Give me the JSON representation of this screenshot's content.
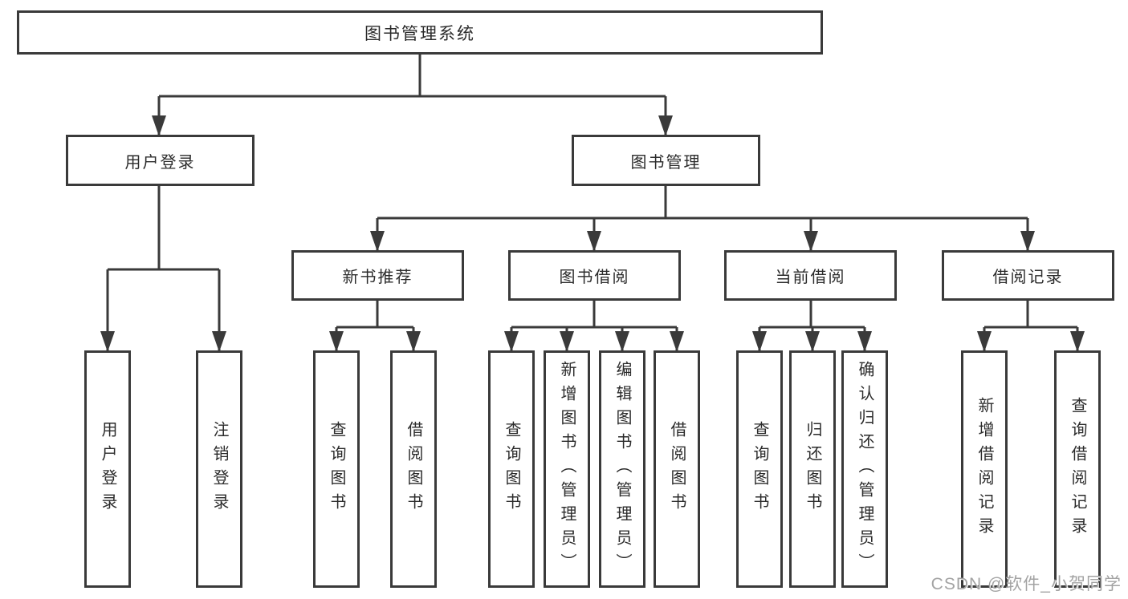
{
  "diagram": {
    "root": {
      "label": "图书管理系统"
    },
    "branches": [
      {
        "label": "用户登录",
        "children": [
          "用户登录",
          "注销登录"
        ]
      },
      {
        "label": "图书管理",
        "sections": [
          {
            "label": "新书推荐",
            "children": [
              "查询图书",
              "借阅图书"
            ]
          },
          {
            "label": "图书借阅",
            "children": [
              "查询图书",
              "新增图书（管理员）",
              "编辑图书（管理员）",
              "借阅图书"
            ]
          },
          {
            "label": "当前借阅",
            "children": [
              "查询图书",
              "归还图书",
              "确认归还（管理员）"
            ]
          },
          {
            "label": "借阅记录",
            "children": [
              "新增借阅记录",
              "查询借阅记录"
            ]
          }
        ]
      }
    ]
  },
  "watermark": {
    "text": "CSDN @软件_小贺同学"
  },
  "colors": {
    "line": "#3a3a3a",
    "box_border": "#3a3a3a",
    "text": "#2b2b2b",
    "watermark": "#a3a3a3",
    "background": "#ffffff"
  }
}
